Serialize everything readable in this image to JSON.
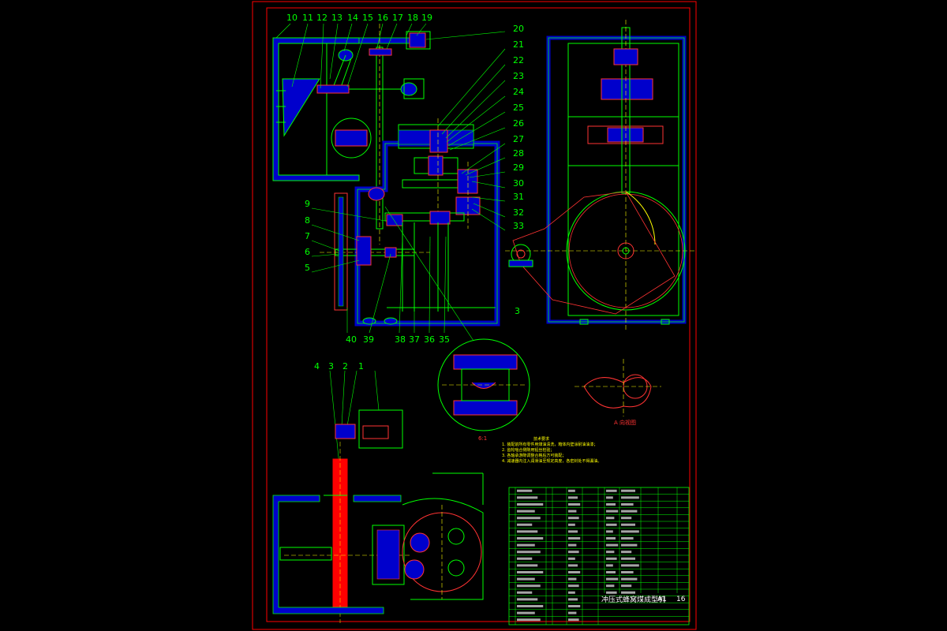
{
  "drawing": {
    "balloons_top": [
      "10",
      "11",
      "12",
      "13",
      "14",
      "15",
      "16",
      "17",
      "18",
      "19"
    ],
    "balloons_right": [
      "20",
      "21",
      "22",
      "23",
      "24",
      "25",
      "26",
      "27",
      "28",
      "29",
      "30",
      "31",
      "32",
      "33"
    ],
    "balloons_left": [
      "9",
      "8",
      "7",
      "6",
      "5"
    ],
    "balloons_bottom": [
      "40",
      "39",
      "38",
      "37",
      "36",
      "35"
    ],
    "balloons_lower": [
      "4",
      "3",
      "2",
      "1"
    ],
    "side_view_mark": "3",
    "detail_label": "6:1",
    "section_caption": "A 向视图",
    "notes_title": "技术要求",
    "notes": [
      "1. 装配前所有零件用煤油清洗，箱体内壁涂耐油油漆；",
      "2. 齿轮啮合侧隙用铅丝检验；",
      "3. 各轴承游隙调整合格后方可装配；",
      "4. 减速器内注入润滑油至规定高度，各密封处不得漏油。"
    ]
  },
  "title_block": {
    "title": "冲压式蜂窝煤成型机",
    "scale": "A1",
    "sheet": "16"
  },
  "colors": {
    "frame": "#ff0000",
    "line": "#00ff00",
    "hatch": "#0000cc",
    "shaft": "#ffff00"
  }
}
